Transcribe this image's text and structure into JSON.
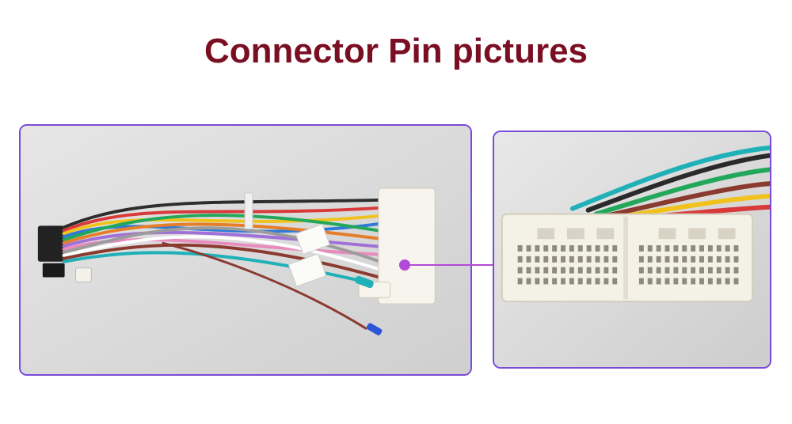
{
  "title": "Connector Pin pictures",
  "colors": {
    "title": "#7a0e22",
    "panel_border_left": "#7a4bd8",
    "panel_border_right": "#7a4bd8",
    "callout": "#b14ad6",
    "photo_background": "#dcdcdc",
    "connector_body": "#f4f1e6"
  },
  "left_photo": {
    "description_icon": "wiring-harness-photo",
    "wire_colors": [
      "#2d2d2d",
      "#d83a3a",
      "#f0c21b",
      "#2f7ad8",
      "#23a85b",
      "#e57e2b",
      "#a070d8",
      "#e88bbd",
      "#9c9c9c",
      "#ffffff",
      "#8b3a2f",
      "#1fb0b8"
    ]
  },
  "right_photo": {
    "description_icon": "connector-pin-closeup-photo"
  }
}
